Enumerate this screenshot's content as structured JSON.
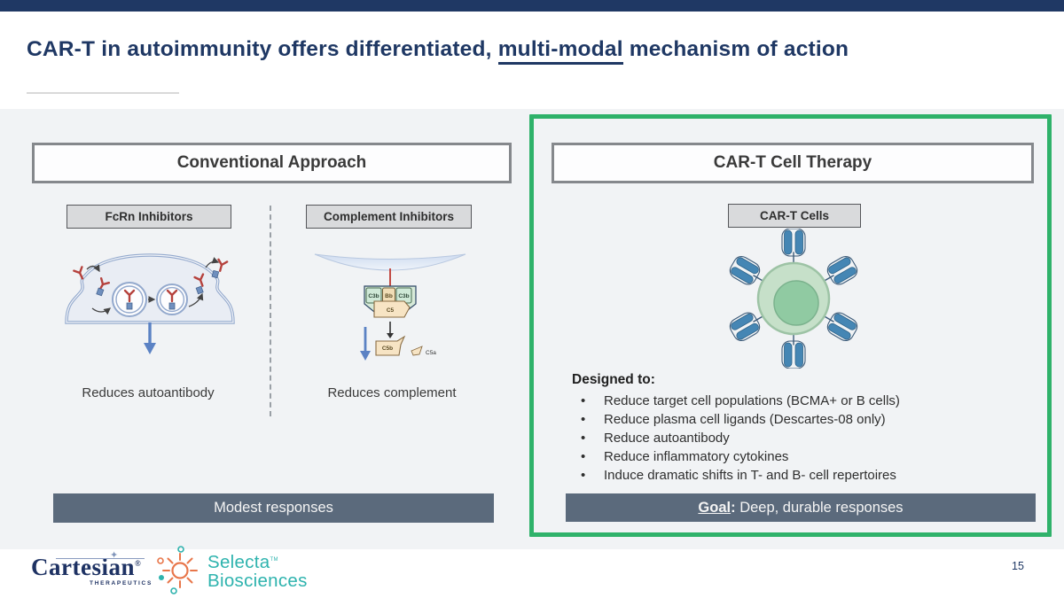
{
  "slide": {
    "title_pre": "CAR-T in autoimmunity offers differentiated, ",
    "title_underlined": "multi-modal",
    "title_post": " mechanism of action",
    "page_number": "15"
  },
  "left_panel": {
    "header": "Conventional Approach",
    "fcrn_label": "FcRn Inhibitors",
    "complement_label": "Complement Inhibitors",
    "fcrn_caption": "Reduces autoantibody",
    "complement_caption": "Reduces complement",
    "footer_bar": "Modest responses"
  },
  "right_panel": {
    "header": "CAR-T Cell Therapy",
    "cells_label": "CAR-T Cells",
    "designed_head": "Designed to",
    "designed_colon": ":",
    "bullets": [
      "Reduce target cell populations (BCMA+ or B cells)",
      "Reduce plasma cell ligands (Descartes-08 only)",
      "Reduce autoantibody",
      "Reduce inflammatory cytokines",
      "Induce dramatic shifts in T- and B- cell repertoires"
    ],
    "goal_label": "Goal",
    "goal_colon": ":",
    "goal_text": " Deep, durable responses"
  },
  "complement_diagram": {
    "c3b_left": "C3b",
    "bb": "Bb",
    "c3b_right": "C3b",
    "c5": "C5",
    "c5b": "C5b",
    "c5a": "C5a"
  },
  "footer": {
    "cartesian_name": "Cartesian",
    "cartesian_reg": "®",
    "cartesian_sub": "THERAPEUTICS",
    "cartesian_star": "✦",
    "selecta_name": "Selecta",
    "selecta_tm": "TM",
    "selecta_sub": "Biosciences"
  },
  "colors": {
    "navy": "#1f3864",
    "green_accent": "#2fb26a",
    "slate_bar": "#5b6a7c",
    "panel_gray": "#f1f3f5",
    "teal_logo": "#2eb3ae",
    "orange_logo": "#e8764a",
    "receptor_blue": "#4586b4",
    "antibody_red": "#b5413c"
  }
}
